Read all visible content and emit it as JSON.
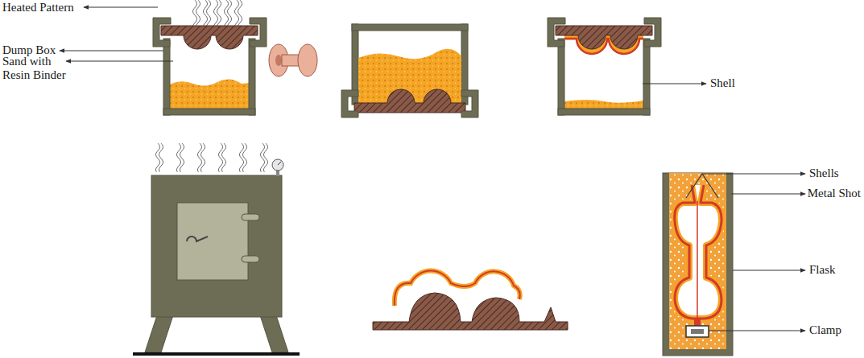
{
  "diagram": {
    "labels": [
      "Heated Pattern",
      "Dump Box",
      "Sand with Resin Binder",
      "Shell",
      "Shells",
      "Metal Shot",
      "Flask",
      "Clamp"
    ]
  }
}
